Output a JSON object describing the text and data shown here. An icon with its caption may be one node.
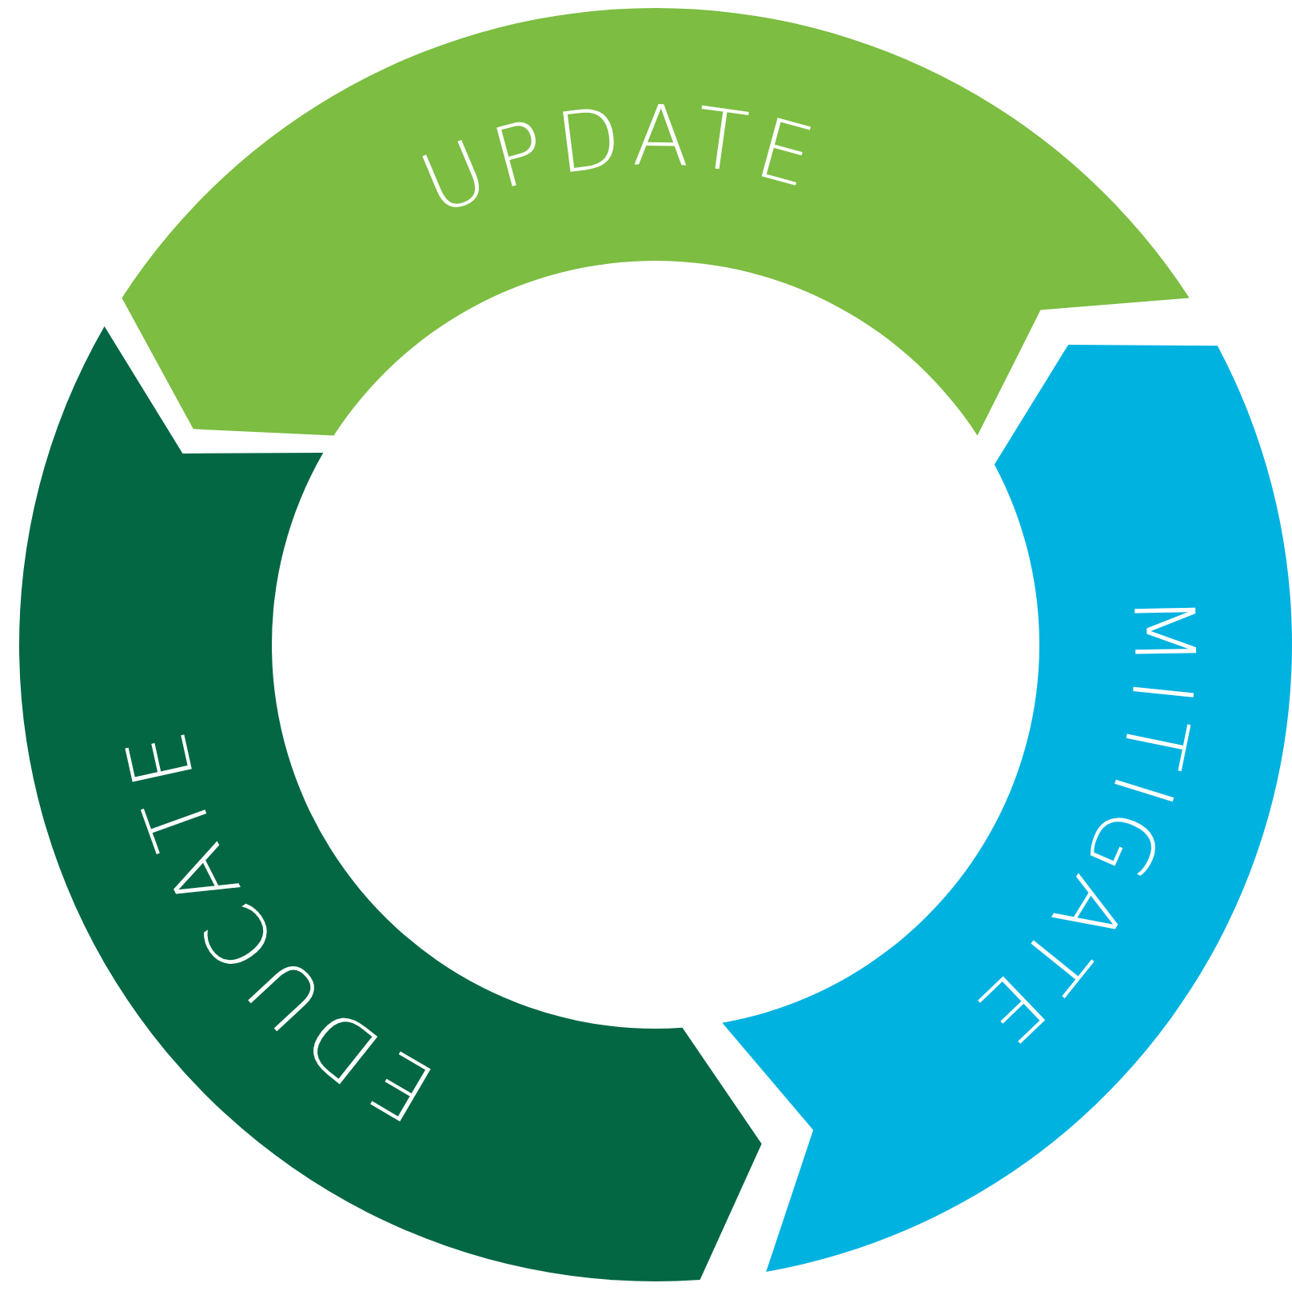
{
  "diagram": {
    "nodes": [
      {
        "text": [
          "UPDATE"
        ]
      },
      {
        "text": [
          "MITIGATE"
        ]
      },
      {
        "text": [
          "EDUCATE"
        ]
      }
    ]
  }
}
